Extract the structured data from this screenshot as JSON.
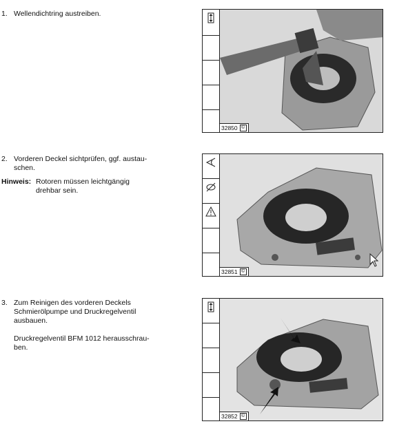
{
  "steps": [
    {
      "num": "1.",
      "lines": [
        "Wellendichtring austreiben."
      ]
    },
    {
      "num": "2.",
      "lines": [
        "Vorderen Deckel sichtprüfen, ggf. austau-",
        "schen."
      ]
    },
    {
      "num": "3.",
      "lines": [
        "Zum Reinigen des vorderen Deckels",
        "Schmierölpumpe und Druckregelventil",
        "ausbauen.",
        "",
        "Druckregelventil BFM 1012 herausschrau-",
        "ben."
      ]
    }
  ],
  "hint": {
    "label": "Hinweis:",
    "lines": [
      "Rotoren müssen leichtgängig",
      "drehbar sein."
    ]
  },
  "figures": [
    {
      "id": "32850",
      "icons": [
        "height-arrows-icon"
      ]
    },
    {
      "id": "32851",
      "icons": [
        "eye-inspect-icon",
        "not-allowed-icon",
        "warning-triangle-icon"
      ]
    },
    {
      "id": "32852",
      "icons": [
        "height-arrows-icon"
      ]
    }
  ]
}
